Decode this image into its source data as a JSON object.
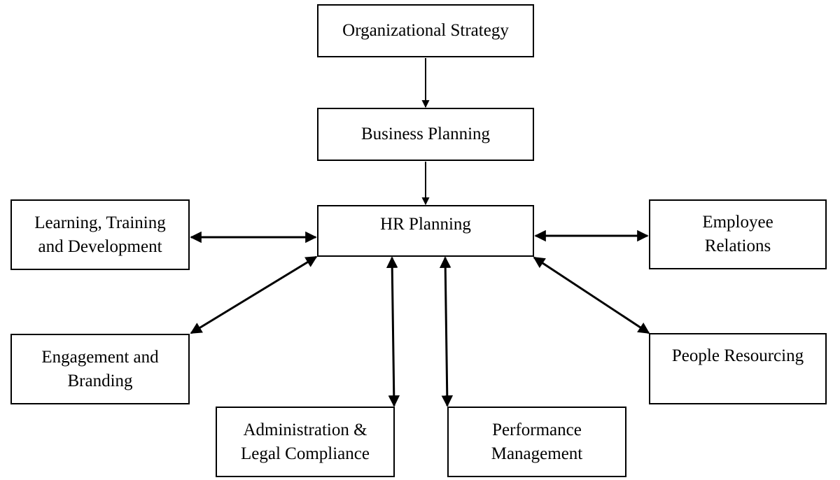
{
  "nodes": {
    "organizational_strategy": "Organizational Strategy",
    "business_planning": "Business Planning",
    "hr_planning": "HR Planning",
    "learning_training_development": "Learning, Training\nand Development",
    "employee_relations": "Employee\nRelations",
    "engagement_branding": "Engagement and\nBranding",
    "people_resourcing": "People Resourcing",
    "administration_legal_compliance": "Administration &\nLegal Compliance",
    "performance_management": "Performance\nManagement"
  },
  "connections": [
    {
      "from": "organizational_strategy",
      "to": "business_planning",
      "direction": "one-way"
    },
    {
      "from": "business_planning",
      "to": "hr_planning",
      "direction": "one-way"
    },
    {
      "from": "hr_planning",
      "to": "learning_training_development",
      "direction": "two-way"
    },
    {
      "from": "hr_planning",
      "to": "employee_relations",
      "direction": "two-way"
    },
    {
      "from": "hr_planning",
      "to": "engagement_branding",
      "direction": "two-way"
    },
    {
      "from": "hr_planning",
      "to": "people_resourcing",
      "direction": "two-way"
    },
    {
      "from": "hr_planning",
      "to": "administration_legal_compliance",
      "direction": "two-way"
    },
    {
      "from": "hr_planning",
      "to": "performance_management",
      "direction": "two-way"
    }
  ],
  "colors": {
    "stroke": "#000000",
    "background": "#ffffff"
  }
}
